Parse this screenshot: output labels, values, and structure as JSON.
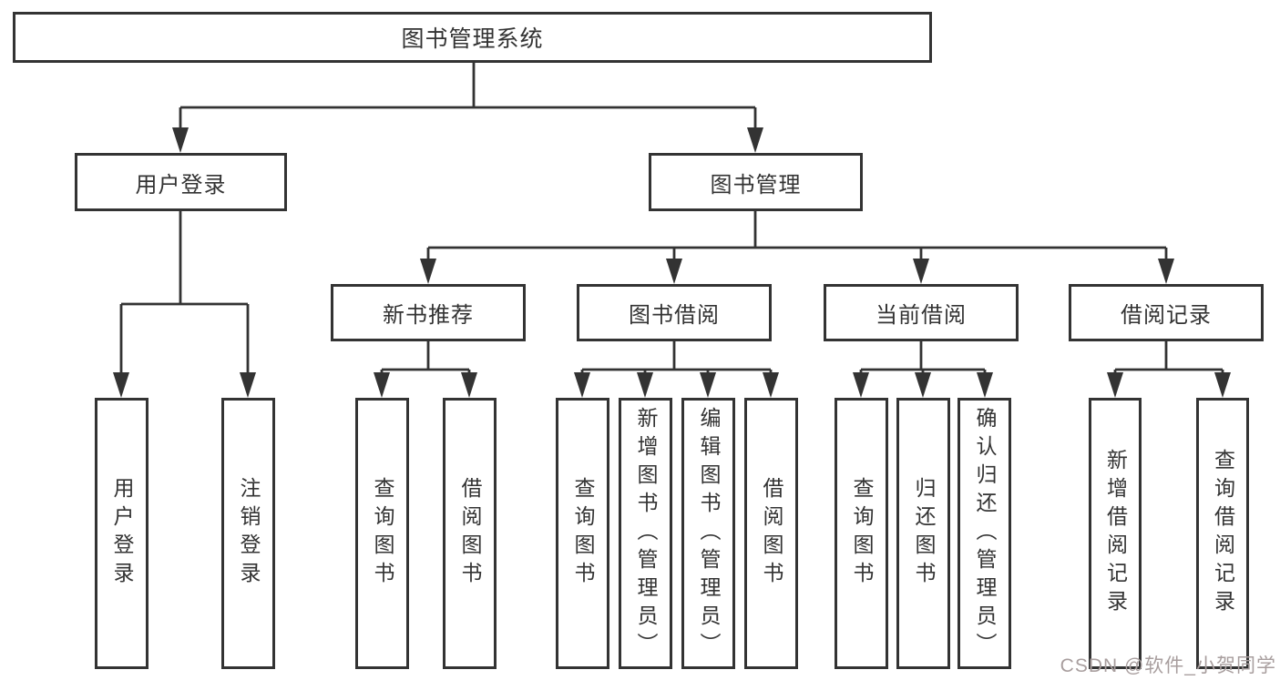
{
  "diagram": {
    "title": "图书管理系统",
    "root": {
      "label": "图书管理系统"
    },
    "branches": [
      {
        "label": "用户登录"
      },
      {
        "label": "图书管理"
      }
    ],
    "modules": [
      {
        "label": "新书推荐"
      },
      {
        "label": "图书借阅"
      },
      {
        "label": "当前借阅"
      },
      {
        "label": "借阅记录"
      }
    ],
    "leaves": {
      "user_login": [
        {
          "label": "用户登录"
        },
        {
          "label": "注销登录"
        }
      ],
      "new_book_recommend": [
        {
          "label": "查询图书"
        },
        {
          "label": "借阅图书"
        }
      ],
      "book_borrow": [
        {
          "label": "查询图书"
        },
        {
          "label": "新增图书（管理员）"
        },
        {
          "label": "编辑图书（管理员）"
        },
        {
          "label": "借阅图书"
        }
      ],
      "current_borrow": [
        {
          "label": "查询图书"
        },
        {
          "label": "归还图书"
        },
        {
          "label": "确认归还（管理员）"
        }
      ],
      "borrow_record": [
        {
          "label": "新增借阅记录"
        },
        {
          "label": "查询借阅记录"
        }
      ]
    }
  },
  "watermark": {
    "text": "CSDN @软件_小贺同学"
  },
  "colors": {
    "line": "#333333",
    "box_border": "#333333",
    "box_fill": "#ffffff",
    "text": "#333333",
    "watermark": "#a89e9e"
  }
}
